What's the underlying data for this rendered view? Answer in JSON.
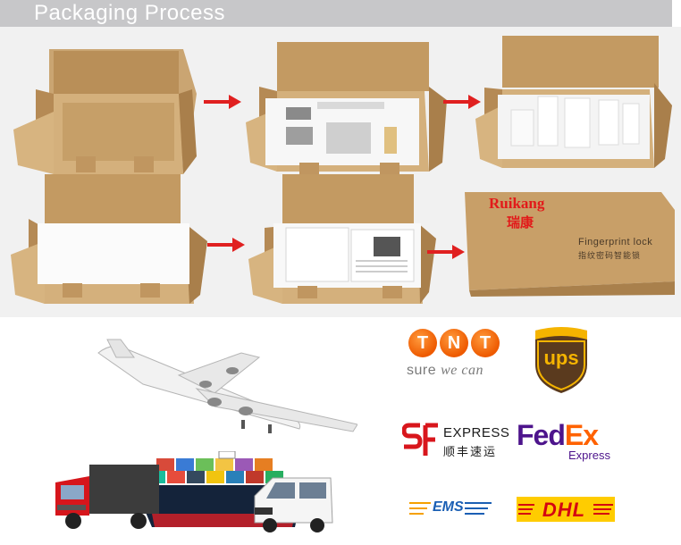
{
  "header": {
    "title": "Packaging Process"
  },
  "packaging": {
    "final_box": {
      "brand_latin": "Ruikang",
      "brand_chinese": "瑞康",
      "product_name": "Fingerprint lock",
      "product_name_cn": "指纹密码智能锁"
    }
  },
  "carriers": {
    "tnt": {
      "letters": [
        "T",
        "N",
        "T"
      ],
      "tagline_plain": "sure ",
      "tagline_script": "we can"
    },
    "ups": {
      "text": "UPS"
    },
    "sf": {
      "line1": "EXPRESS",
      "line2": "顺丰速运"
    },
    "fedex": {
      "fed": "Fed",
      "ex": "Ex",
      "sub": "Express"
    },
    "ems": {
      "text": "EMS"
    },
    "dhl": {
      "text": "DHL"
    }
  },
  "colors": {
    "header_bg": "#c7c7c9",
    "arrow_red": "#e02020",
    "cardboard": "#c9a472",
    "tnt_orange": "#ee5a00",
    "ups_brown": "#5a3a1e",
    "ups_gold": "#f5b400",
    "sf_red": "#d8161c",
    "fedex_purple": "#4d148c",
    "fedex_orange": "#ff6200",
    "ems_blue": "#1b5fb4",
    "dhl_yellow": "#ffcc00",
    "dhl_red": "#d40511"
  },
  "icons": {
    "arrow": "right-arrow-icon",
    "truck": "truck-icon",
    "airplane": "airplane-icon",
    "ship": "cargo-ship-icon",
    "van": "van-icon"
  }
}
